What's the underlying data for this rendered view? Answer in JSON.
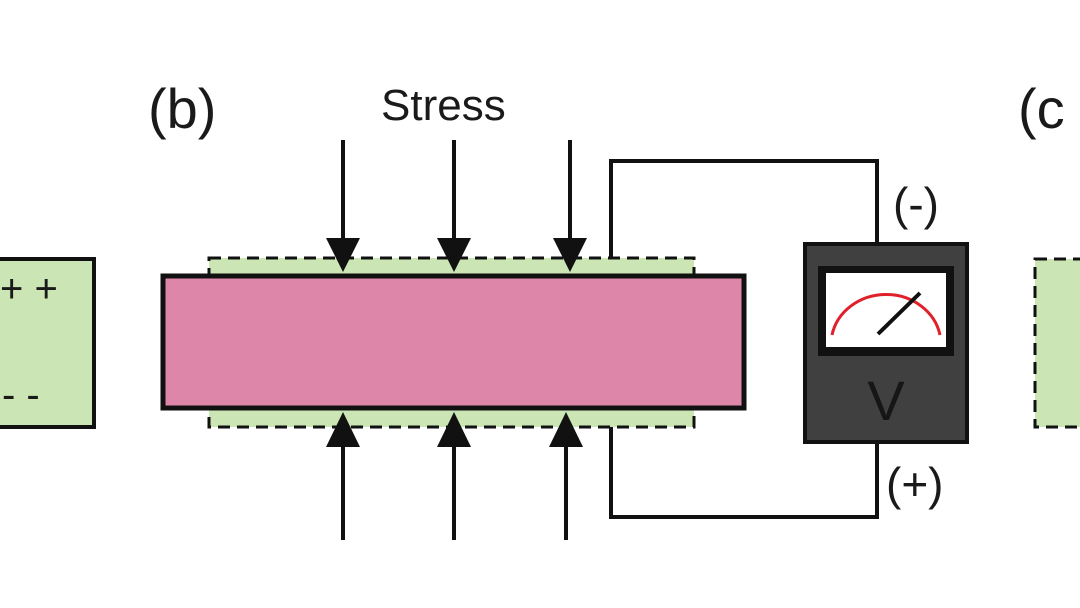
{
  "panel_b": {
    "label": "(b)",
    "stress_label": "Stress",
    "meter": {
      "symbol": "V",
      "neg_terminal": "(-)",
      "pos_terminal": "(+)"
    }
  },
  "panel_a_partial": {
    "top_charges": "+ +",
    "bottom_charges": "-   -"
  },
  "panel_c_partial": {
    "label": "(c"
  },
  "colors": {
    "crystal": "#de86aa",
    "electrode": "#cbe6b4",
    "meter_body": "#404040",
    "gauge_arc": "#e0202a",
    "stroke": "#111111"
  }
}
